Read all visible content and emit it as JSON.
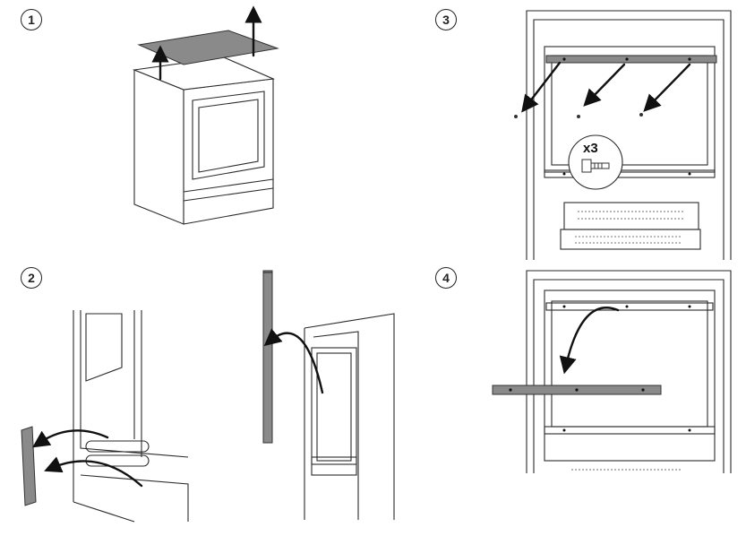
{
  "steps": [
    {
      "number": "1"
    },
    {
      "number": "2"
    },
    {
      "number": "3",
      "quantity_label": "x3"
    },
    {
      "number": "4"
    }
  ],
  "colors": {
    "line": "#2a2a2a",
    "panel_fill": "#8a8a8a",
    "background": "#ffffff"
  }
}
